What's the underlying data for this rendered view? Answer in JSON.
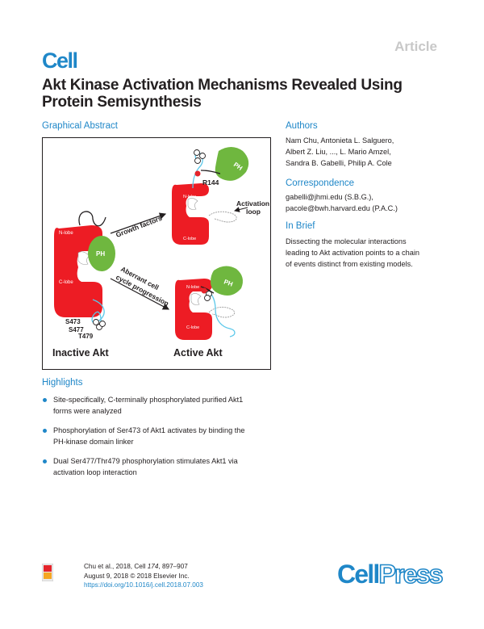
{
  "header": {
    "article_label": "Article",
    "journal_logo": "Cell",
    "title": "Akt Kinase Activation Mechanisms Revealed Using Protein Semisynthesis"
  },
  "graphical_abstract": {
    "heading": "Graphical Abstract",
    "labels": {
      "inactive": "Inactive Akt",
      "active": "Active Akt",
      "growth_factors": "Growth factors",
      "aberrant_1": "Aberrant cell",
      "aberrant_2": "cycle progression",
      "r144": "R144",
      "activation_1": "Activation",
      "activation_2": "loop",
      "s473": "S473",
      "s477": "S477",
      "t479": "T479",
      "ph": "PH",
      "n_lobe": "N-lobe",
      "c_lobe": "C-lobe"
    },
    "colors": {
      "kinase": "#ed1c24",
      "ph_domain": "#6fb73f",
      "linker": "#5bc8ea",
      "phospho": "#e4242b"
    }
  },
  "authors": {
    "heading": "Authors",
    "lines": [
      "Nam Chu, Antonieta L. Salguero,",
      "Albert Z. Liu, ..., L. Mario Amzel,",
      "Sandra B. Gabelli, Philip A. Cole"
    ]
  },
  "correspondence": {
    "heading": "Correspondence",
    "lines": [
      "gabelli@jhmi.edu (S.B.G.),",
      "pacole@bwh.harvard.edu (P.A.C.)"
    ]
  },
  "in_brief": {
    "heading": "In Brief",
    "lines": [
      "Dissecting the molecular interactions",
      "leading to Akt activation points to a chain",
      "of events distinct from existing models."
    ]
  },
  "highlights": {
    "heading": "Highlights",
    "items": [
      [
        "Site-specifically, C-terminally phosphorylated purified Akt1",
        "forms were analyzed"
      ],
      [
        "Phosphorylation of Ser473 of Akt1 activates by binding the",
        "PH-kinase domain linker"
      ],
      [
        "Dual Ser477/Thr479 phosphorylation stimulates Akt1 via",
        "activation loop interaction"
      ]
    ]
  },
  "footer": {
    "citation_prefix": "Chu et al., 2018, Cell ",
    "volume": "174",
    "pages": ", 897–907",
    "date_line": "August 9, 2018 © 2018 Elsevier Inc.",
    "doi": "https://doi.org/10.1016/j.cell.2018.07.003",
    "publisher_logo_1": "Cell",
    "publisher_logo_2": "Press"
  }
}
